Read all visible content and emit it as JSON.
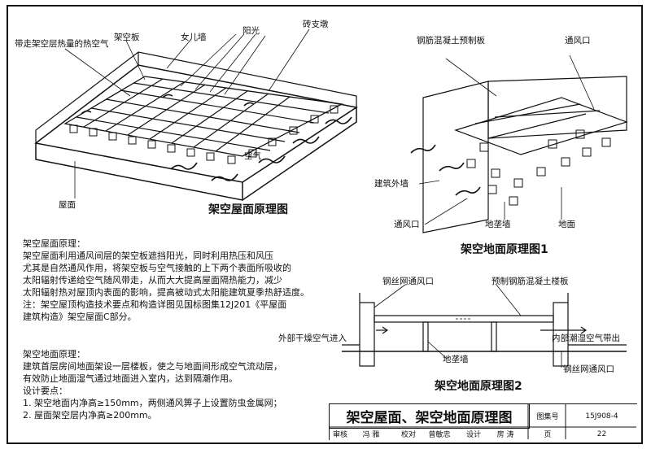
{
  "diagram1": {
    "caption": "架空屋面原理图",
    "labels": {
      "hot_air": "带走架空层热量的热空气",
      "slab": "架空板",
      "parapet": "女儿墙",
      "sun": "阳光",
      "pier": "砖支墩",
      "air": "空气",
      "roof": "屋面"
    }
  },
  "diagram2": {
    "caption": "架空地面原理图1",
    "labels": {
      "precast_slab": "钢筋混凝土预制板",
      "vent_top": "通风口",
      "outer_wall": "建筑外墙",
      "vent_bottom": "通风口",
      "ground_beam": "地垄墙",
      "ground": "地面"
    }
  },
  "diagram3": {
    "caption": "架空地面原理图2",
    "labels": {
      "mesh_vent_left": "钢丝网通风口",
      "precast_floor": "预制钢筋混凝土楼板",
      "dry_air_in": "外部干燥空气进入",
      "humid_air_out": "内部潮湿空气带出",
      "ground_beam": "地垄墙",
      "mesh_vent_right": "钢丝网通风口"
    }
  },
  "notes": {
    "roof_title": "架空屋面原理：",
    "roof_lines": [
      "    架空屋面利用通风间层的架空板遮挡阳光，同时利用热压和风压",
      "尤其是自然通风作用，将架空板与空气接触的上下两个表面所吸收的",
      "太阳辐射传递给空气随风带走，从而大大提高屋面隔热能力，减少",
      "太阳辐射热对屋顶内表面的影响，提高被动式太阳能建筑夏季热舒适度。"
    ],
    "roof_note": [
      "注：架空屋顶构造技术要点和构造详图见国标图集12J201《平屋面",
      "    建筑构造》架空屋面C部分。"
    ],
    "floor_title": "架空地面原理：",
    "floor_lines": [
      "    建筑首层房间地面架设一层楼板，使之与地面间形成空气流动层，",
      "有效防止地面湿气通过地面进入室内，达到隔潮作用。"
    ],
    "design_title": "设计要点：",
    "design_lines": [
      "1.  架空地面内净高≥150mm，两侧通风箅子上设置防虫金属网；",
      "2.  屋面架空层内净高≥200mm。"
    ]
  },
  "title_block": {
    "title": "架空屋面、架空地面原理图",
    "atlas_label": "图集号",
    "atlas_no": "15J908-4",
    "review_label": "审核",
    "reviewer": "冯  雅",
    "check_label": "校对",
    "checker": "曾敏忠",
    "design_label": "设计",
    "designer": "房  涛",
    "page_label": "页",
    "page_no": "22"
  }
}
